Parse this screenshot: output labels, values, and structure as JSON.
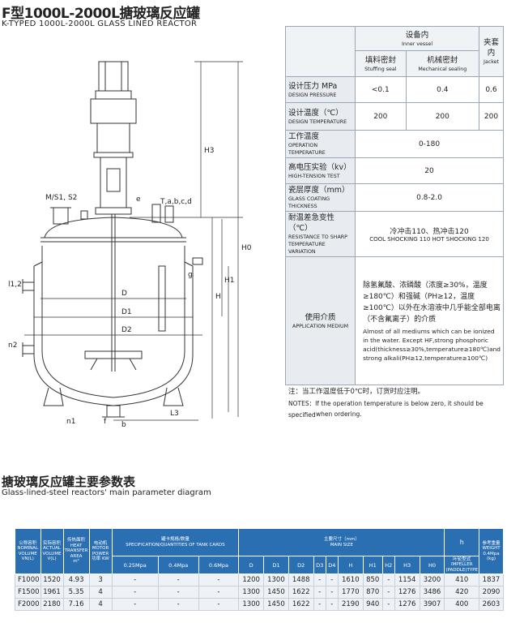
{
  "header": {
    "title_cn": "F型1000L-2000L搪玻璃反应罐",
    "title_en": "K-TYPED 1000L-2000L GLASS LINED REACTOR"
  },
  "drawing_labels": {
    "nozzles": "M/S1, S2",
    "top_ports": "T,a,b,c,d",
    "e": "e",
    "h3": "H3",
    "h0": "H0",
    "h1": "H1",
    "h": "H",
    "g": "g",
    "l12": "l1,2",
    "n2": "n2",
    "n1": "n1",
    "f": "f",
    "b": "b",
    "l3": "L3",
    "d": "D",
    "d1": "D1",
    "d2": "D2"
  },
  "spec_table": {
    "inner_vessel_cn": "设备内",
    "inner_vessel_en": "Inner vessel",
    "jacket_cn": "夹套内",
    "jacket_en": "Jacket",
    "stuffing_cn": "填料密封",
    "stuffing_en": "Stuffing seal",
    "mech_cn": "机械密封",
    "mech_en": "Mechanical sealing",
    "rows": [
      {
        "cn": "设计压力 MPa",
        "en": "DESIGN PRESSURE",
        "v1": "<0.1",
        "v2": "0.4",
        "v3": "0.6"
      },
      {
        "cn": "设计温度（℃）",
        "en": "DESIGN TEMPERATURE",
        "v1": "200",
        "v2": "200",
        "v3": "200"
      }
    ],
    "op_temp_cn": "工作温度",
    "op_temp_en": "OPERATION TEMPERATURE",
    "op_temp_val": "0-180",
    "ht_cn": "高电压实验（kv）",
    "ht_en": "HIGH-TENSION TEST",
    "ht_val": "20",
    "coat_cn": "瓷层厚度（mm）",
    "coat_en": "GLASS COATING THICKNESS",
    "coat_val": "0.8-2.0",
    "shock_cn": "耐温差急变性（℃）",
    "shock_en1": "RESISTANCE TO SHARP",
    "shock_en2": "TEMPERATURE VARIATION",
    "shock_val_cn": "冷冲击110、热冲击120",
    "shock_val_en": "COOL SHOCKING 110  HOT SHOCKING 120",
    "medium_cn_label": "使用介质",
    "medium_en_label": "APPLICATION MEDIUM",
    "medium_cn": "除氢氟酸、浓磷酸（浓度≥30%，温度≥180℃）和强碱（PH≥12，温度≥100℃）以外在水溶液中几乎能全部电离（不含氟离子）的介质",
    "medium_en": "Almost of all mediums which can be ionized in the water. Except HF,strong phosphoric acid(thickness≥30%,temperature≥180℃)and strong alkali(PH≥12,temperature≥100℃)"
  },
  "notes": {
    "cn": "注：当工作温度低于0℃时，订货时应注明。",
    "en": "NOTES：If the operation temperature is below zero, it should be specified",
    "en2": "when ordering."
  },
  "subheader": {
    "cn": "搪玻璃反应罐主要参数表",
    "en": "Glass-lined-steel reactors'   main parameter diagram"
  },
  "param_table": {
    "h_nominal_cn": "公称容积",
    "h_nominal_en": "NOMINAL VOLUME",
    "h_nominal_unit": "VN(L)",
    "h_actual_cn": "实际容积",
    "h_actual_en": "ACTUAL VOLUME",
    "h_actual_unit": "V(L)",
    "h_area_cn": "传热面积",
    "h_area_en": "HEAT TRANSFER AREA",
    "h_area_unit": "m²",
    "h_motor_cn": "电动机",
    "h_motor_en": "MOTOR POWER",
    "h_motor_unit": "功率 KW",
    "h_cards_cn": "罐卡规格/数量",
    "h_cards_en": "SPECIFICATION/QUANTITIES OF TANK CARDS",
    "h_main_cn": "主要尺寸（mm）",
    "h_main_en": "MAIN SIZE",
    "h_h": "h",
    "h_weight_cn": "参考重量",
    "h_weight_en": "WEIGHT",
    "h_weight_unit": "0.4Mpa (kg)",
    "h_impeller_cn": "叶轮型式",
    "h_impeller_en": "IMPELLER (PADDLE)TYPE",
    "cols_cards": [
      "0.25Mpa",
      "0.4Mpa",
      "0.6Mpa"
    ],
    "cols_size": [
      "D",
      "D1",
      "D2",
      "D3",
      "D4",
      "H",
      "H1",
      "H2",
      "H3",
      "H0"
    ],
    "rows": [
      {
        "vn": "F1000",
        "v": "1520",
        "area": "4.93",
        "kw": "3",
        "c1": "-",
        "c2": "-",
        "c3": "-",
        "D": "1200",
        "D1": "1300",
        "D2": "1488",
        "D3": "-",
        "D4": "-",
        "H": "1610",
        "H1": "850",
        "H2": "-",
        "H3": "1154",
        "H0": "3200",
        "imp": "410",
        "w": "1837"
      },
      {
        "vn": "F1500",
        "v": "1961",
        "area": "5.35",
        "kw": "4",
        "c1": "-",
        "c2": "-",
        "c3": "-",
        "D": "1300",
        "D1": "1450",
        "D2": "1622",
        "D3": "-",
        "D4": "-",
        "H": "1770",
        "H1": "870",
        "H2": "-",
        "H3": "1276",
        "H0": "3486",
        "imp": "420",
        "w": "2090"
      },
      {
        "vn": "F2000",
        "v": "2180",
        "area": "7.16",
        "kw": "4",
        "c1": "-",
        "c2": "-",
        "c3": "-",
        "D": "1300",
        "D1": "1450",
        "D2": "1622",
        "D3": "-",
        "D4": "-",
        "H": "2190",
        "H1": "940",
        "H2": "-",
        "H3": "1276",
        "H0": "3907",
        "imp": "400",
        "w": "2603"
      }
    ]
  }
}
